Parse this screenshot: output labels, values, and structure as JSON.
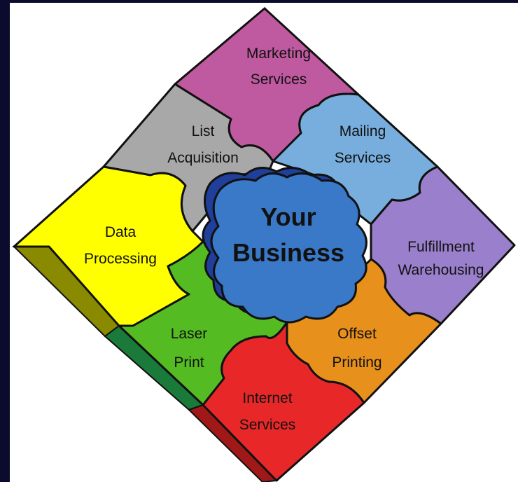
{
  "colors": {
    "background": "#0b0b2e",
    "marketing": "#c05aa0",
    "list": "#a8a8a8",
    "mailing": "#78aedd",
    "data": "#ffff00",
    "business": "#3a78c8",
    "fulfillment": "#9a80cc",
    "laser": "#55bb22",
    "offset": "#e8901c",
    "internet": "#e82828"
  },
  "pieces": {
    "marketing": [
      "Marketing",
      "Services"
    ],
    "list": [
      "List",
      "Acquisition"
    ],
    "mailing": [
      "Mailing",
      "Services"
    ],
    "data": [
      "Data",
      "Processing"
    ],
    "business": [
      "Your",
      "Business"
    ],
    "fulfillment": [
      "Fulfillment",
      "Warehousing"
    ],
    "laser": [
      "Laser",
      "Print"
    ],
    "offset": [
      "Offset",
      "Printing"
    ],
    "internet": [
      "Internet",
      "Services"
    ]
  }
}
